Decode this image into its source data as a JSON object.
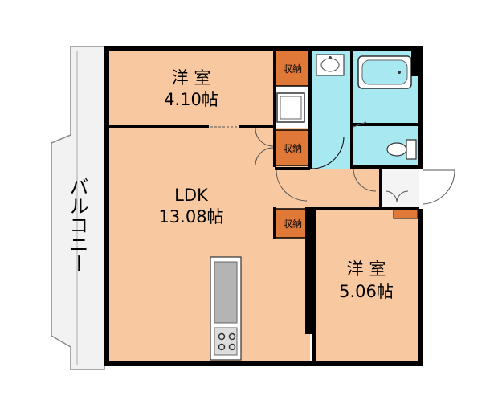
{
  "rooms": {
    "western_room_top": {
      "name": "洋 室",
      "size": "4.10帖"
    },
    "ldk": {
      "name": "LDK",
      "size": "13.08帖"
    },
    "western_room_right": {
      "name": "洋 室",
      "size": "5.06帖"
    },
    "balcony": {
      "name": "バルコニー"
    }
  },
  "storage": {
    "top_label": "収納",
    "mid_label": "収納",
    "ldk_label": "収納"
  },
  "colors": {
    "room_fill": "#F8C8A0",
    "wet_area_fill": "#A8E8F0",
    "storage_fill": "#E07838",
    "wall": "#000000",
    "balcony_fill": "#F2F2F2",
    "kitchen_counter": "#B4B4B4"
  }
}
